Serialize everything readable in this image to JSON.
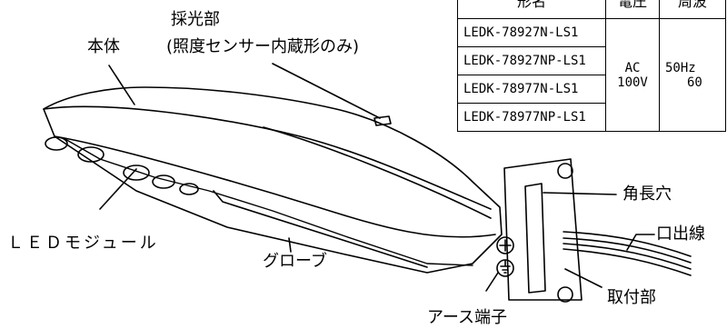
{
  "labels": {
    "body": "本体",
    "sensor_title": "採光部",
    "sensor_note": "(照度センサー内蔵形のみ)",
    "led_module": "ＬＥＤモジュール",
    "globe": "グローブ",
    "earth_terminal": "アース端子",
    "slot": "角長穴",
    "cable": "口出線",
    "mount": "取付部"
  },
  "table": {
    "headers": [
      "形名",
      "電圧",
      "周波"
    ],
    "models": [
      "LEDK-78927N-LS1",
      "LEDK-78927NP-LS1",
      "LEDK-78977N-LS1",
      "LEDK-78977NP-LS1"
    ],
    "voltage_line1": "AC",
    "voltage_line2": "100V",
    "freq_line1": "50Hz",
    "freq_line2": "60"
  }
}
